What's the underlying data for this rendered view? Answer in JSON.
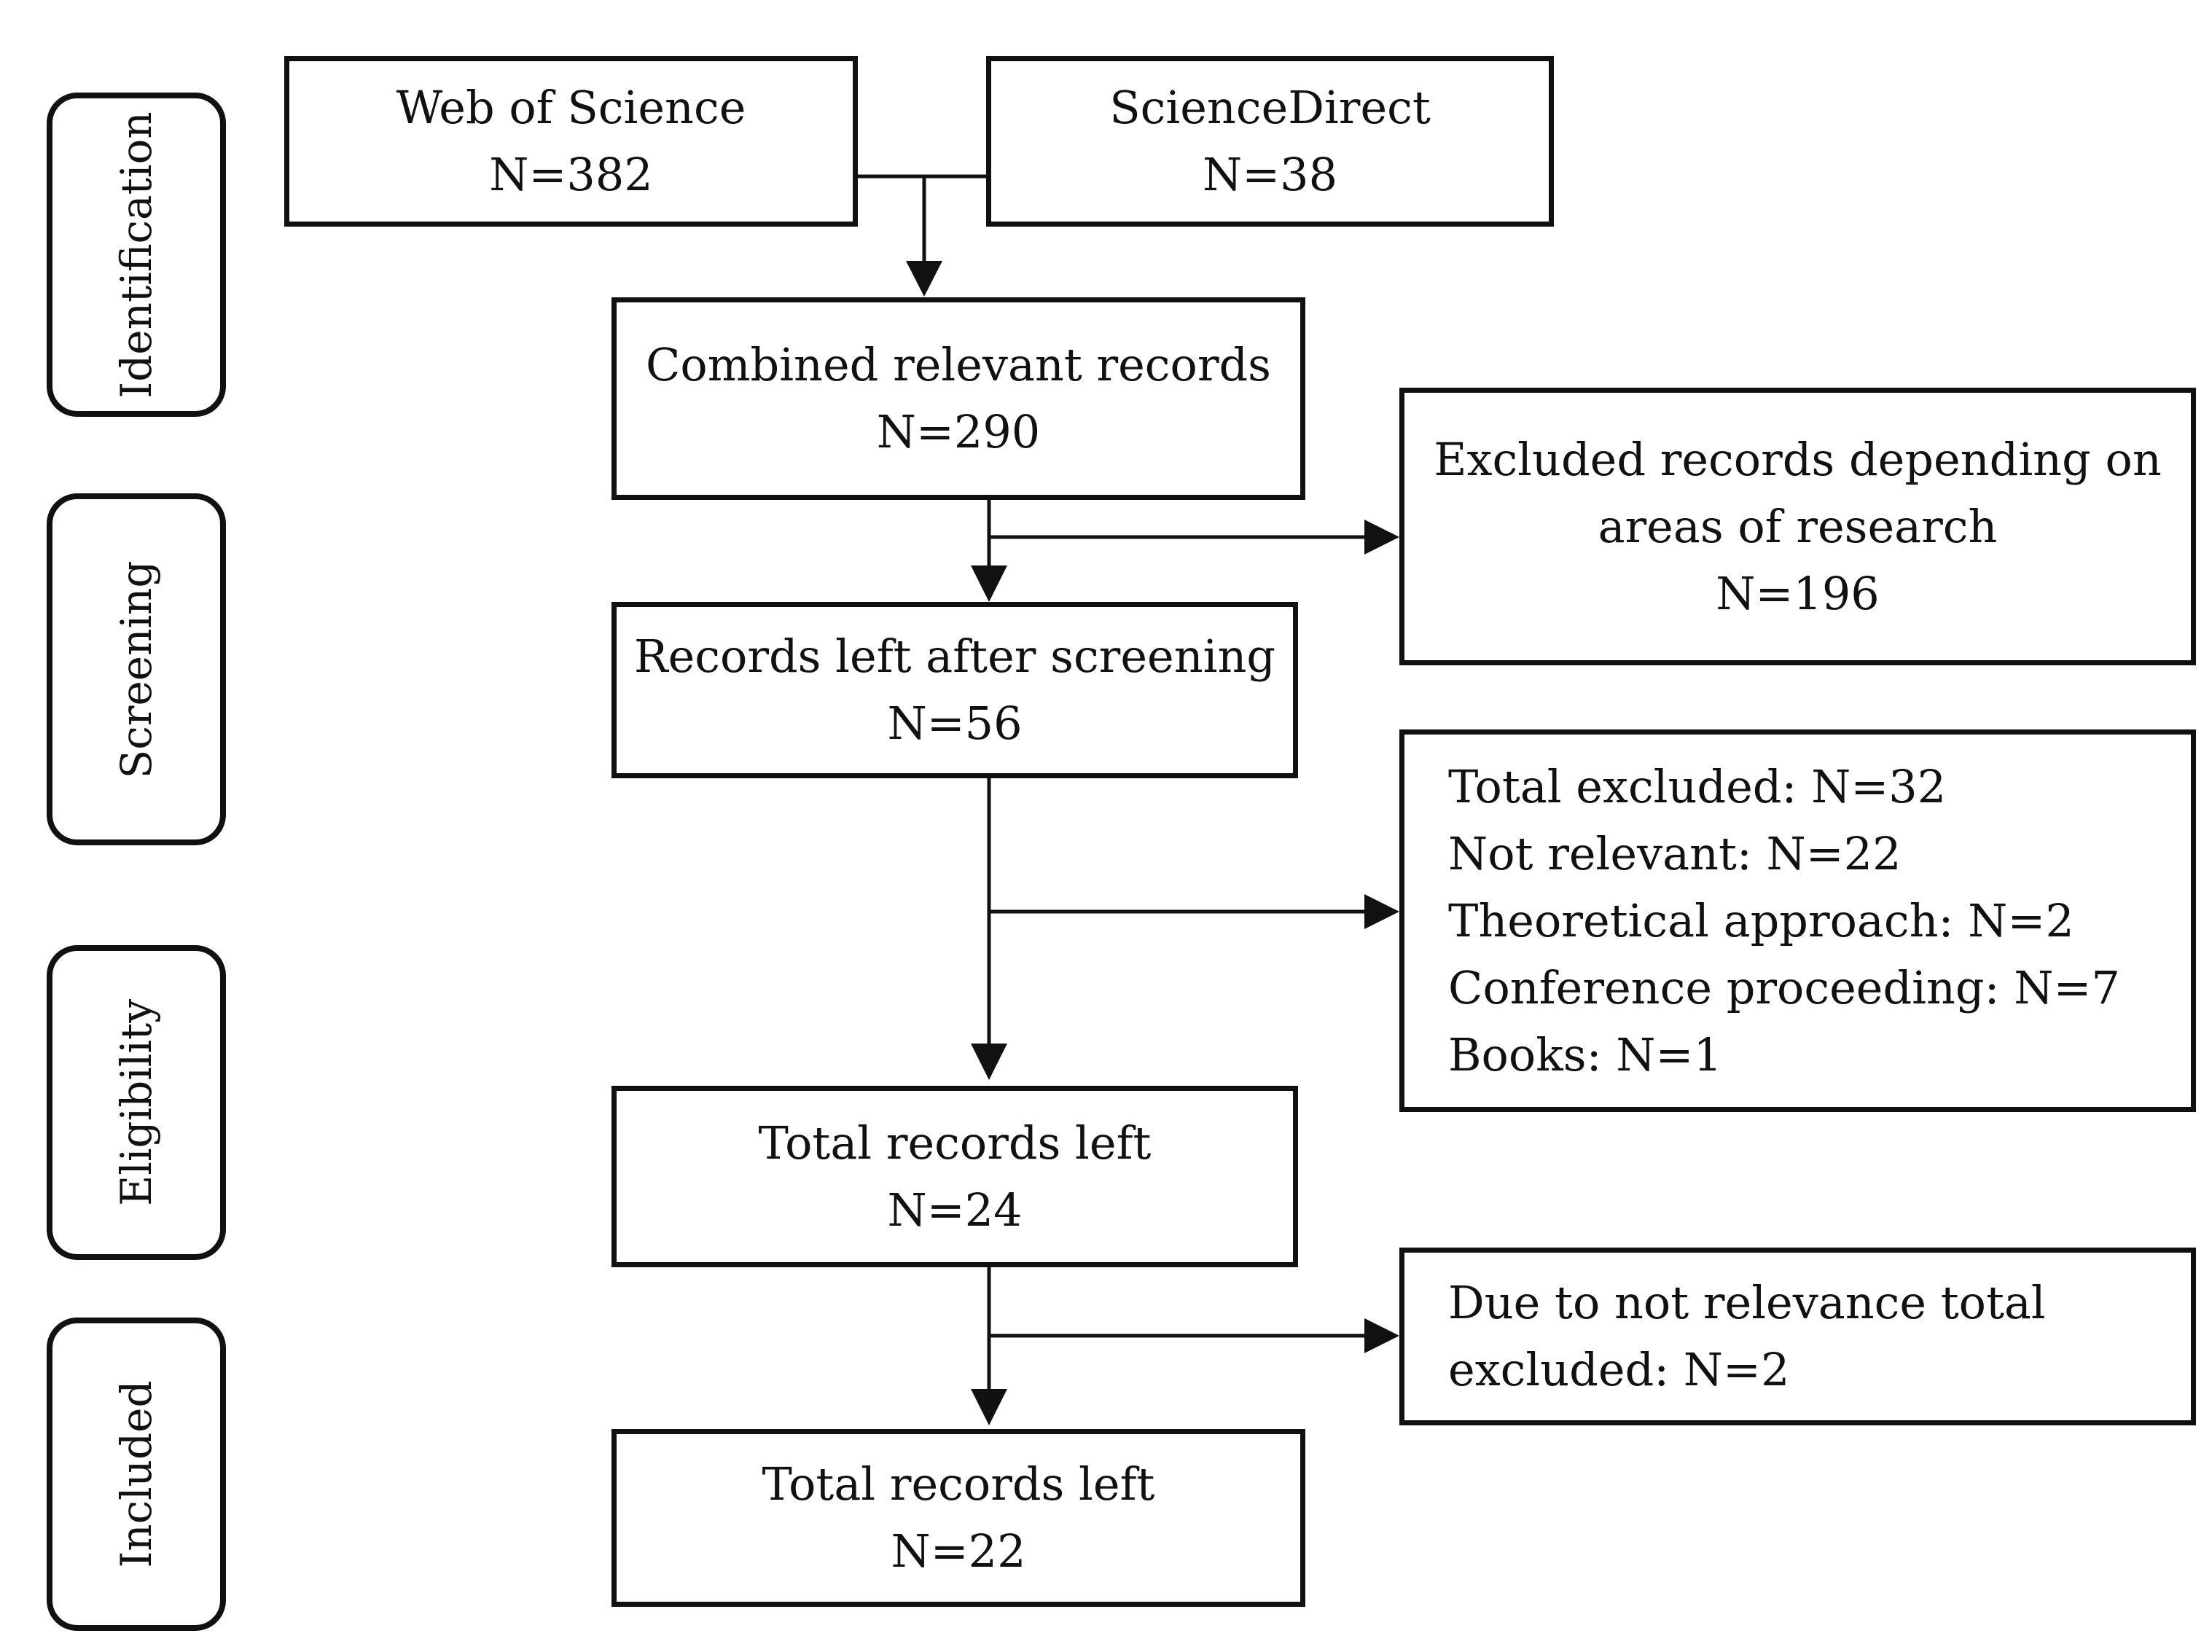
{
  "phases": [
    {
      "label": "Identification"
    },
    {
      "label": "Screening"
    },
    {
      "label": "Eligibility"
    },
    {
      "label": "Included"
    }
  ],
  "boxes": {
    "web_of_science": {
      "lines": [
        "Web of Science",
        "N=382"
      ]
    },
    "sciencedirect": {
      "lines": [
        "ScienceDirect",
        "N=38"
      ]
    },
    "combined": {
      "lines": [
        "Combined relevant records",
        "N=290"
      ]
    },
    "excluded_areas": {
      "lines": [
        "Excluded records depending on",
        "areas of research",
        "N=196"
      ]
    },
    "after_screening": {
      "lines": [
        "Records left after screening",
        "N=56"
      ]
    },
    "excluded_eligibility": {
      "lines": [
        "Total excluded: N=32",
        "Not relevant: N=22",
        "Theoretical approach: N=2",
        "Conference proceeding: N=7",
        "Books: N=1"
      ]
    },
    "total_left_24": {
      "lines": [
        "Total records left",
        "N=24"
      ]
    },
    "excluded_relevance": {
      "lines": [
        "Due to not relevance total",
        "excluded: N=2"
      ]
    },
    "total_left_22": {
      "lines": [
        "Total records left",
        "N=22"
      ]
    }
  },
  "colors": {
    "stroke": "#111111",
    "background": "#ffffff"
  }
}
